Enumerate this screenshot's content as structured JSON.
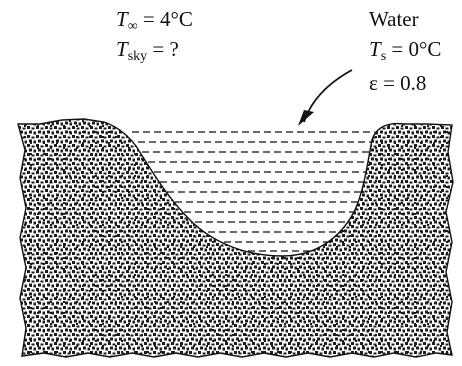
{
  "labels": {
    "ambient": {
      "symbol": "T",
      "sub": "∞",
      "value": " = 4°C"
    },
    "sky": {
      "symbol": "T",
      "sub": "sky",
      "value": " = ?"
    },
    "water_title": "Water",
    "surface": {
      "symbol": "T",
      "sub": "s",
      "value": " = 0°C"
    },
    "emissivity": "ε = 0.8"
  },
  "colors": {
    "ink": "#111111",
    "soil_fill": "#1c1c1c",
    "background": "#ffffff"
  }
}
